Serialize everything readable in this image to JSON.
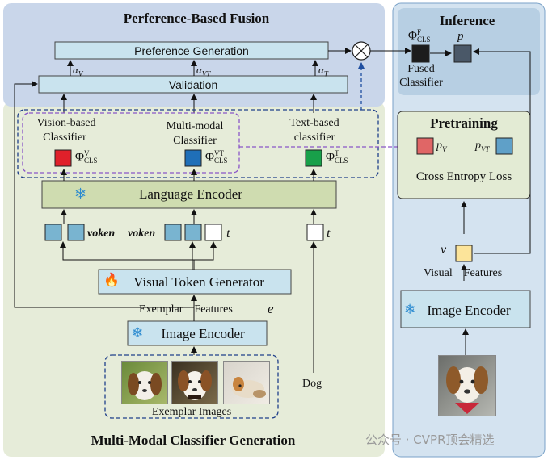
{
  "sections": {
    "fusion_title": "Perference-Based Fusion",
    "inference_title": "Inference",
    "generation_title": "Multi-Modal Classifier Generation",
    "pretraining_title": "Pretraining"
  },
  "blocks": {
    "preference_generation": "Preference Generation",
    "validation": "Validation",
    "language_encoder": "Language Encoder",
    "visual_token_generator": "Visual Token Generator",
    "image_encoder_left": "Image Encoder",
    "image_encoder_right": "Image Encoder",
    "cross_entropy_loss": "Cross Entropy Loss"
  },
  "labels": {
    "alpha_v": "αV",
    "alpha_vt": "αVT",
    "alpha_t": "αT",
    "vision_classifier": [
      "Vision-based",
      "Classifier"
    ],
    "multimodal_classifier": [
      "Multi-modal",
      "Classifier"
    ],
    "text_classifier": [
      "Text-based",
      "classifier"
    ],
    "phi_v": "ΦVCLS",
    "phi_vt": "ΦVTCLS",
    "phi_t": "ΦTCLS",
    "phi_f": "ΦFCLS",
    "p": "p",
    "fused_classifier": [
      "Fused",
      "Classifier"
    ],
    "pv": "pV",
    "pvt": "pVT",
    "voken1": "voken",
    "voken2": "voken",
    "t1": "t",
    "t2": "t",
    "exemplar_features": "Exemplar    Features",
    "e": "e",
    "exemplar_images": "Exemplar Images",
    "dog": "Dog",
    "v": "v",
    "visual_features": "Visual    Features",
    "watermark": "公众号 · CVPR顶会精选"
  },
  "colors": {
    "fusion_bg": "#c9d6ea",
    "generation_bg": "#e6ecd9",
    "inference_bg": "#d4e3f0",
    "block_blue": "#c9e3ee",
    "block_green": "#cfdcb0",
    "red": "#e0202a",
    "blue": "#1f6fb8",
    "green": "#18a04a",
    "pv_red": "#e06666",
    "pvt_blue": "#5fa0c8",
    "token": "#79b4d0",
    "v_yellow": "#fce49a"
  }
}
